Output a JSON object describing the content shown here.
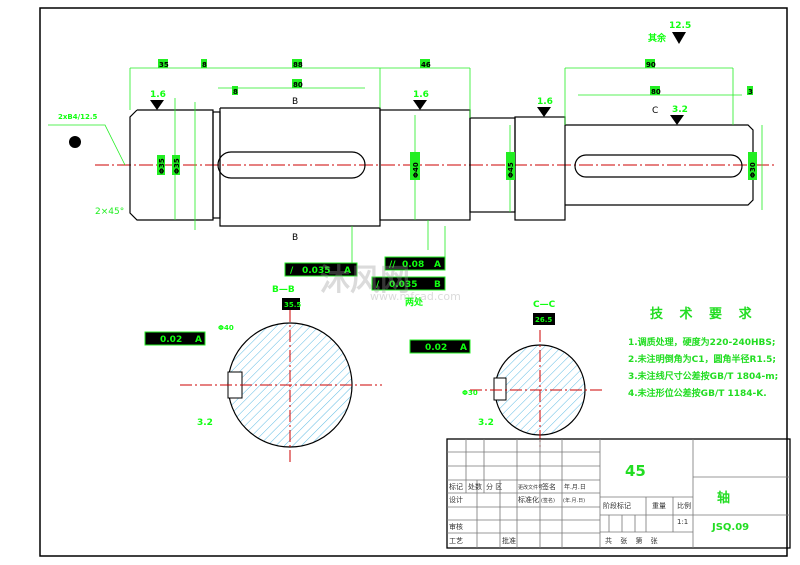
{
  "drawing": {
    "dims_top": [
      "35",
      "8",
      "88",
      "46",
      "90"
    ],
    "dims_inner": [
      "80",
      "8",
      "80",
      "3"
    ],
    "roughness": [
      "1.6",
      "1.6",
      "1.6",
      "3.2",
      "12.5"
    ],
    "roughness_rest_label": "其余",
    "center_hole": "2xB4/12.5",
    "chamfer": "2×45°",
    "section_marks": [
      "B",
      "B",
      "C"
    ],
    "tolerance_frames": [
      [
        "/",
        "0.035",
        "A"
      ],
      [
        "//",
        "0.08",
        "A"
      ],
      [
        "/",
        "0.035",
        "B"
      ]
    ],
    "both_ends": "两处",
    "diameters": [
      "Φ35",
      "Φ40",
      "Φ45",
      "Φ35",
      "Φ30"
    ]
  },
  "section_bb": {
    "title": "B—B",
    "width_dim": "35.5",
    "tol": "0.02",
    "datum": "A",
    "rough": "3.2",
    "dia": "Φ40"
  },
  "section_cc": {
    "title": "C—C",
    "width_dim": "26.5",
    "tol": "0.02",
    "datum": "A",
    "rough": "3.2",
    "dia": "Φ30"
  },
  "tech": {
    "title": "技 术 要 求",
    "items": [
      "1.调质处理，硬度为220-240HBS;",
      "2.未注明倒角为C1，圆角半径R1.5;",
      "3.未注线尺寸公差按GB/T 1804-m;",
      "4.未注形位公差按GB/T 1184-K."
    ]
  },
  "title_block": {
    "row1": [
      "标记",
      "处数",
      "分 区",
      "更改文件号",
      "签名",
      "年.月.日"
    ],
    "row2": [
      "设计",
      "",
      "",
      "标准化",
      "(签名)",
      "(年.月.日)"
    ],
    "row3": [
      "审核"
    ],
    "row4": [
      "工艺",
      "",
      "批准"
    ],
    "stage": "阶段标记",
    "weight": "重量",
    "scale_label": "比例",
    "scale": "1:1",
    "sheets": "共  张  第  张",
    "material": "45",
    "name": "轴",
    "code": "JSQ.09"
  },
  "watermark": {
    "brand": "沐风网",
    "url": "www.mfcad.com"
  }
}
